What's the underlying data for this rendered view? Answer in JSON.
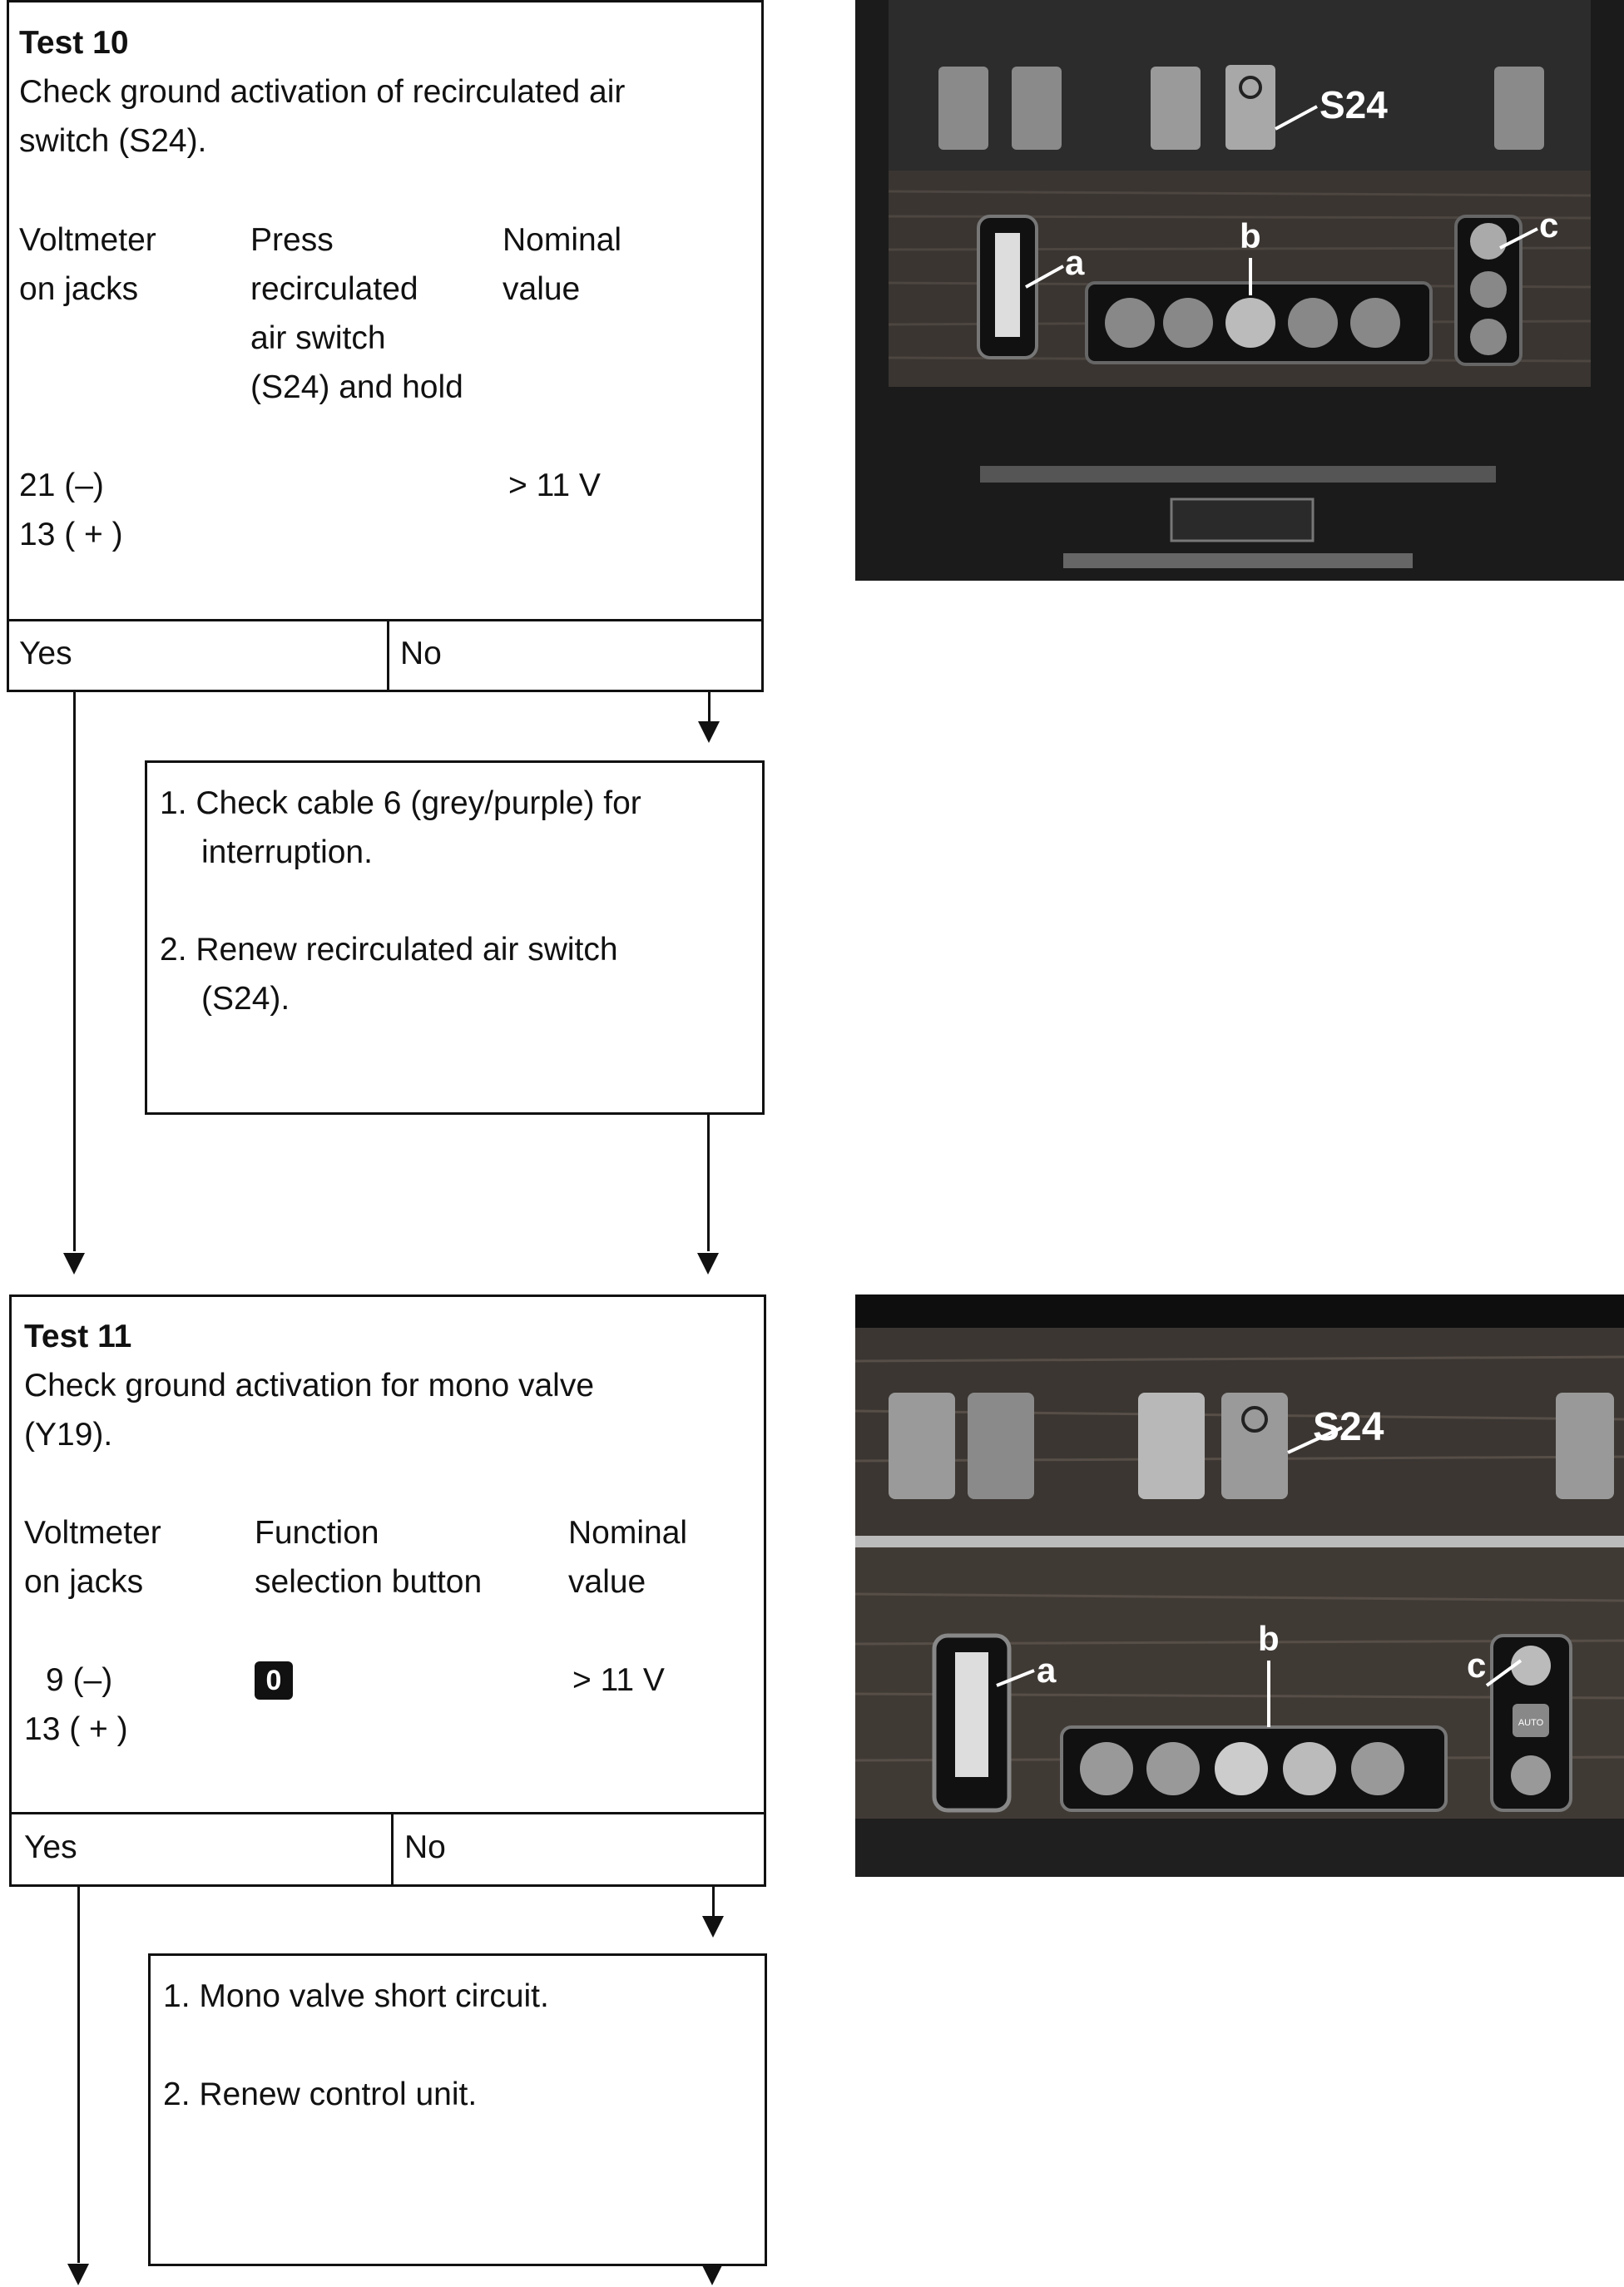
{
  "test10": {
    "title": "Test  10",
    "desc_line1": "Check ground activation of recirculated air",
    "desc_line2": "switch (S24).",
    "col1": [
      "Voltmeter",
      "on jacks"
    ],
    "col2": [
      "Press",
      "recirculated",
      "air switch",
      "(S24) and hold"
    ],
    "col3": [
      "Nominal",
      "value"
    ],
    "jack_a": "21 (–)",
    "jack_b": "13 ( + )",
    "nominal": "> 11 V",
    "yes": "Yes",
    "no": "No"
  },
  "action10": {
    "item1_line1": "1. Check cable 6 (grey/purple) for",
    "item1_line2": "interruption.",
    "item2_line1": "2. Renew recirculated air switch",
    "item2_line2": "(S24)."
  },
  "test11": {
    "title": "Test  11",
    "desc_line1": "Check ground activation for mono valve",
    "desc_line2": "(Y19).",
    "col1": [
      "Voltmeter",
      "on jacks"
    ],
    "col2": [
      "Function",
      "selection button"
    ],
    "col3": [
      "Nominal",
      "value"
    ],
    "jack_a": "9 (–)",
    "jack_b": "13 ( + )",
    "button_symbol": "0",
    "nominal": "> 11 V",
    "yes": "Yes",
    "no": "No"
  },
  "action11": {
    "item1": "1. Mono valve short circuit.",
    "item2": "2. Renew control unit."
  },
  "photo1": {
    "label_s24": "S24",
    "label_a": "a",
    "label_b": "b",
    "label_c": "c"
  },
  "photo2": {
    "label_s24": "S24",
    "label_a": "a",
    "label_b": "b",
    "label_c": "c",
    "auto": "AUTO"
  }
}
